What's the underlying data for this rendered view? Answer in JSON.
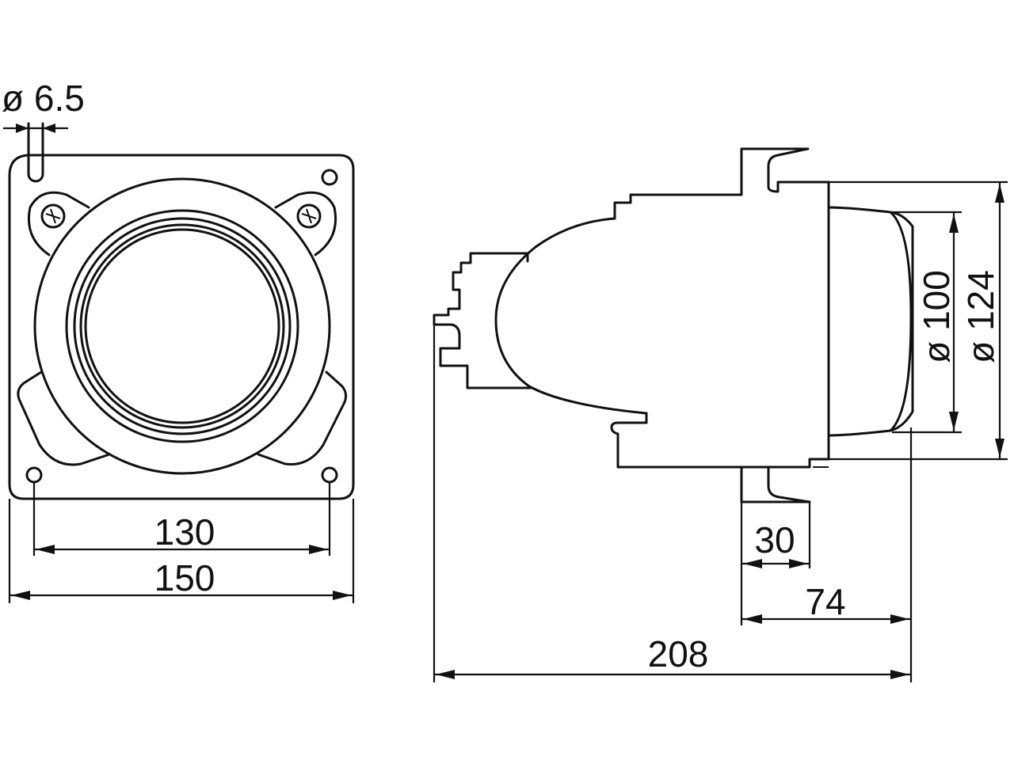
{
  "colors": {
    "stroke": "#111111",
    "background": "#ffffff"
  },
  "dimensions": {
    "hole_diameter": "ø 6.5",
    "hole_spacing": "130",
    "flange_width": "150",
    "lens_diameter": "ø 100",
    "housing_diameter": "ø 124",
    "bracket_depth": "30",
    "front_depth": "74",
    "total_depth": "208"
  }
}
